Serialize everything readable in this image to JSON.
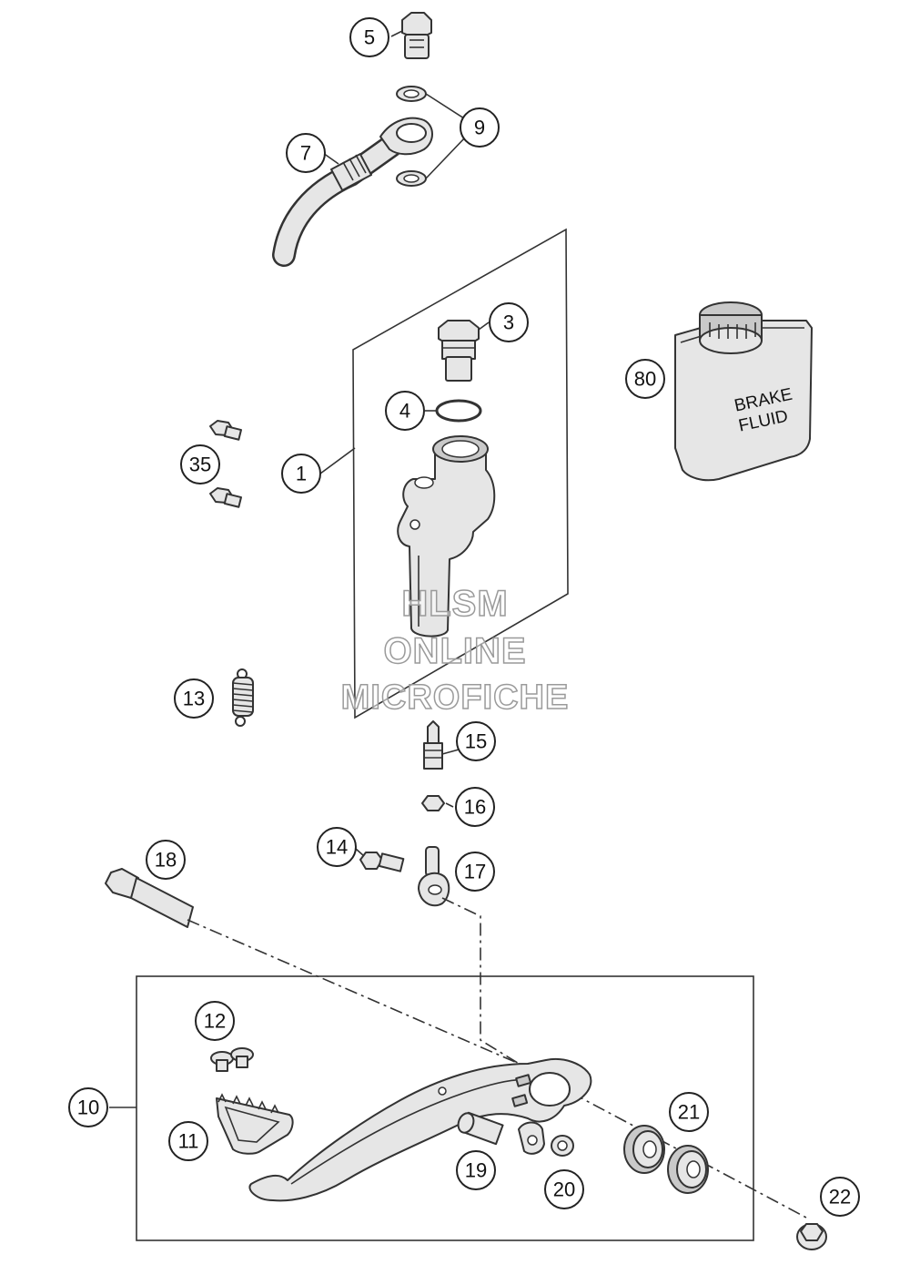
{
  "diagram": {
    "callouts": [
      {
        "id": "5",
        "label": "5"
      },
      {
        "id": "9",
        "label": "9"
      },
      {
        "id": "7",
        "label": "7"
      },
      {
        "id": "3",
        "label": "3"
      },
      {
        "id": "4",
        "label": "4"
      },
      {
        "id": "1",
        "label": "1"
      },
      {
        "id": "35",
        "label": "35"
      },
      {
        "id": "80",
        "label": "80"
      },
      {
        "id": "13",
        "label": "13"
      },
      {
        "id": "15",
        "label": "15"
      },
      {
        "id": "16",
        "label": "16"
      },
      {
        "id": "14",
        "label": "14"
      },
      {
        "id": "17",
        "label": "17"
      },
      {
        "id": "18",
        "label": "18"
      },
      {
        "id": "12",
        "label": "12"
      },
      {
        "id": "10",
        "label": "10"
      },
      {
        "id": "11",
        "label": "11"
      },
      {
        "id": "21",
        "label": "21"
      },
      {
        "id": "19",
        "label": "19"
      },
      {
        "id": "20",
        "label": "20"
      },
      {
        "id": "22",
        "label": "22"
      }
    ],
    "brake_fluid_can": {
      "line1": "BRAKE",
      "line2": "FLUID"
    }
  },
  "watermark": {
    "line1": "HLSM",
    "line2": "ONLINE",
    "line3": "MICROFICHE"
  }
}
